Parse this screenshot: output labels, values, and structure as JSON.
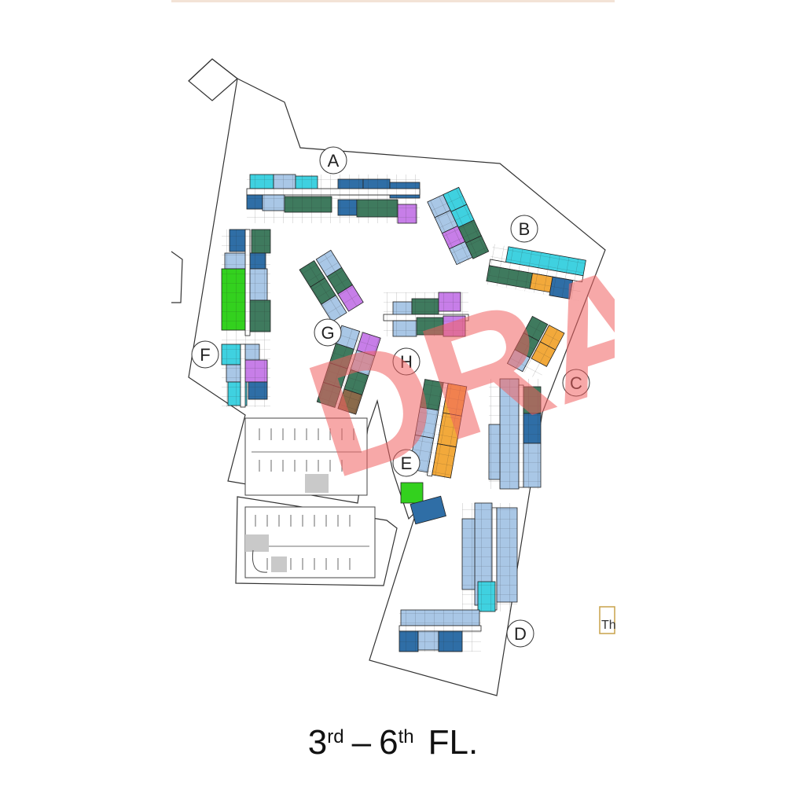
{
  "floor_label": {
    "start": "3",
    "start_suffix": "rd",
    "dash": "–",
    "end": "6",
    "end_suffix": "th",
    "unit": "FL."
  },
  "buildings": [
    "A",
    "B",
    "C",
    "D",
    "E",
    "F",
    "G",
    "H"
  ],
  "watermark": "DRA",
  "corner_tag": "Th",
  "colors": {
    "dark_blue": "#2f6ea6",
    "light_blue": "#a9c7e6",
    "cyan": "#3fd1e0",
    "teal_green": "#3f7a5e",
    "lavender": "#c77ee8",
    "orange": "#f2a93b",
    "bright_green": "#33d11e",
    "grey": "#c9c9c9",
    "watermark": "#f06060",
    "outline": "#333333"
  }
}
